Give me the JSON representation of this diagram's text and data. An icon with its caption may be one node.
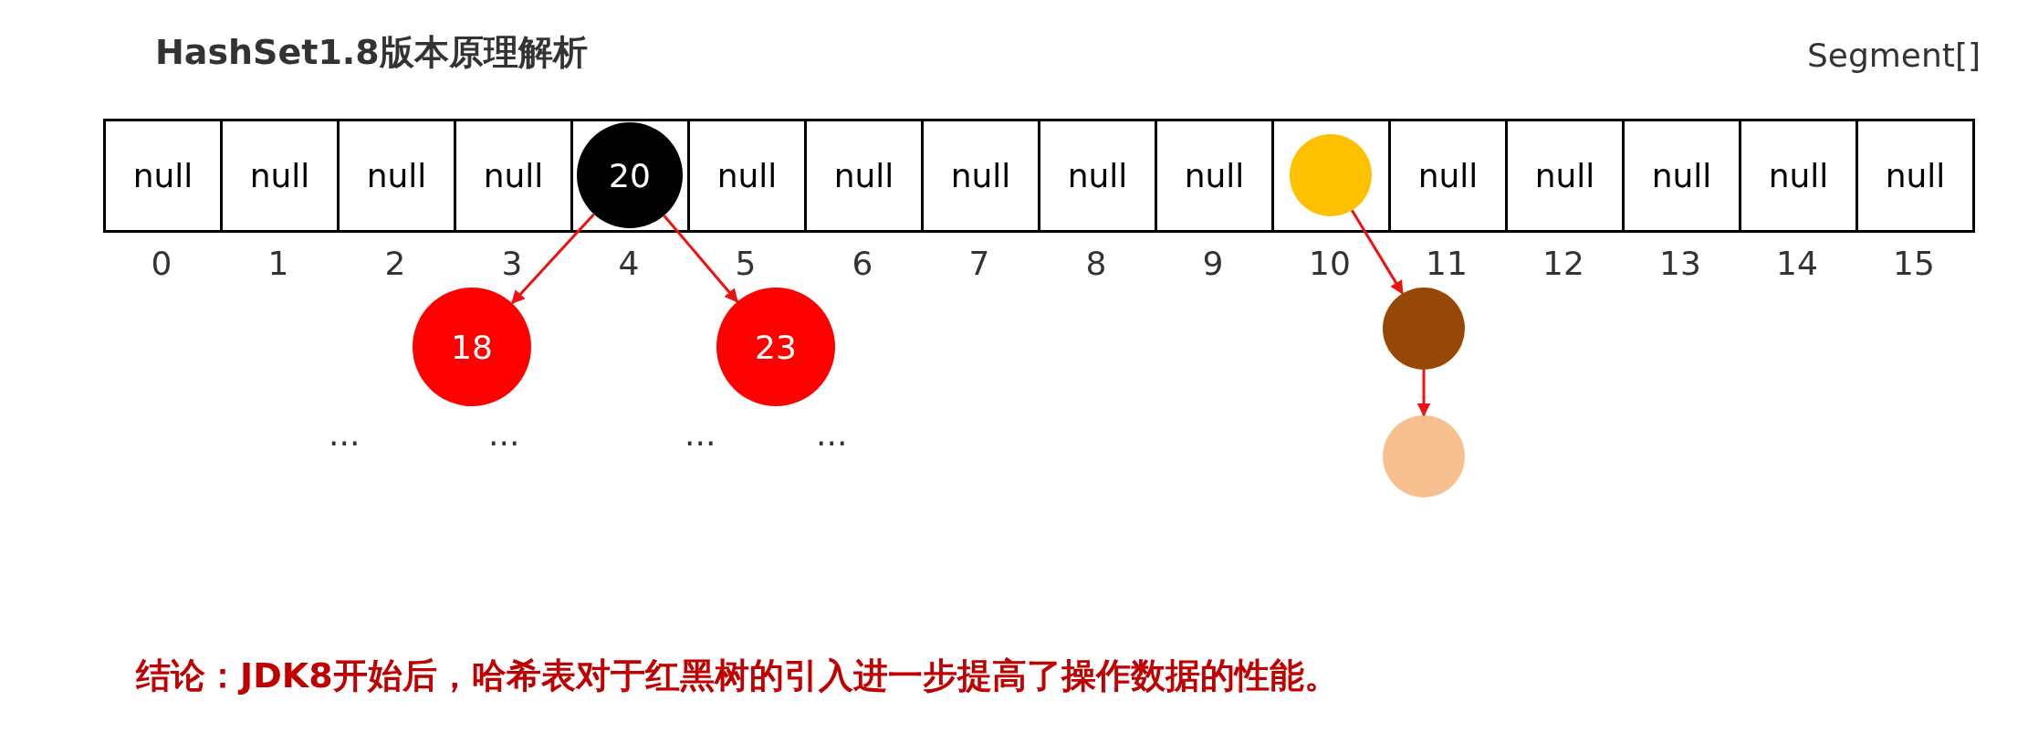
{
  "diagram": {
    "title": "HashSet1.8版本原理解析",
    "caption": "结论：JDK8开始后，哈希表对于红黑树的引入进一步提高了操作数据的性能。",
    "nodes": [
      {
        "text": [
          "null"
        ]
      },
      {
        "text": [
          "null"
        ]
      },
      {
        "text": [
          "null"
        ]
      },
      {
        "text": [
          "null"
        ]
      },
      {
        "text": [],
        "shape": "box"
      },
      {
        "text": [
          "null"
        ]
      },
      {
        "text": [
          "null"
        ]
      },
      {
        "text": [
          "null"
        ]
      },
      {
        "text": [
          "null"
        ]
      },
      {
        "text": [
          "null"
        ]
      },
      {
        "text": [],
        "shape": "box"
      },
      {
        "text": [
          "null"
        ]
      },
      {
        "text": [
          "null"
        ]
      },
      {
        "text": [
          "null"
        ]
      },
      {
        "text": [
          "null"
        ]
      },
      {
        "text": [
          "null"
        ]
      },
      {
        "text": [
          "20"
        ],
        "in": 4
      },
      {
        "text": [],
        "shape": "circle",
        "in": 10
      },
      {
        "text": [
          "18"
        ]
      },
      {
        "text": [
          "23"
        ]
      },
      {
        "text": [],
        "shape": "circle"
      },
      {
        "text": [],
        "shape": "circle"
      }
    ],
    "edges": [
      {
        "from": 16,
        "to": 18,
        "arrow": "to",
        "color": "#ee1111"
      },
      {
        "from": 16,
        "to": 19,
        "arrow": "to",
        "color": "#ee1111"
      },
      {
        "from": 17,
        "to": 20,
        "arrow": "to",
        "color": "#ee1111"
      },
      {
        "from": 20,
        "to": 21,
        "arrow": "to",
        "color": "#ee1111"
      }
    ],
    "labels": [
      "Segment[]",
      "0",
      "1",
      "2",
      "3",
      "4",
      "5",
      "6",
      "7",
      "8",
      "9",
      "10",
      "11",
      "12",
      "13",
      "14",
      "15",
      "...",
      "...",
      "...",
      "..."
    ]
  }
}
